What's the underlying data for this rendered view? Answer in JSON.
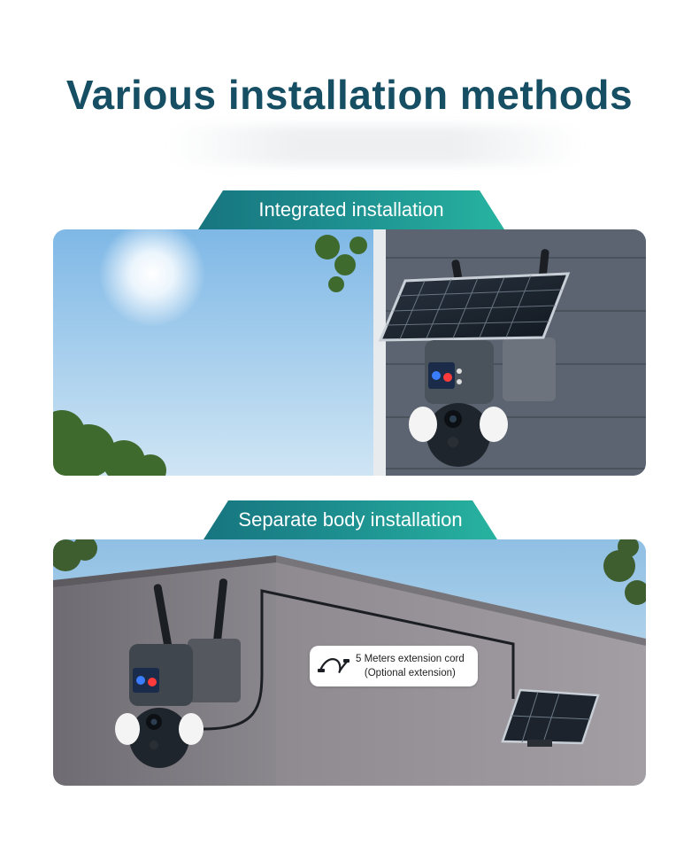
{
  "header": {
    "title": "Various installation methods"
  },
  "sections": [
    {
      "label": "Integrated installation"
    },
    {
      "label": "Separate body installation"
    }
  ],
  "callout": {
    "line1": "5 Meters extension cord",
    "line2": "(Optional extension)",
    "icon": "cable-icon"
  },
  "colors": {
    "title": "#164e63",
    "tab_start": "#17757f",
    "tab_end": "#27b3a0"
  }
}
